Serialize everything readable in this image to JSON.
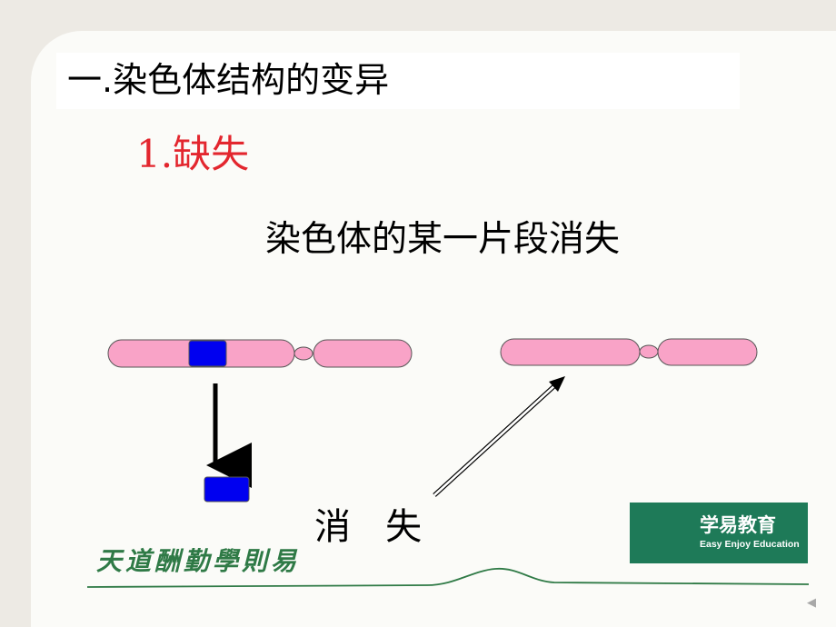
{
  "slide": {
    "title": "一.染色体结构的变异",
    "subtitle": "1.缺失",
    "definition": "染色体的某一片段消失",
    "caption": "消   失"
  },
  "diagram": {
    "chromosome_color": "#f9a3c7",
    "deleted_segment_color": "#0000f0",
    "outline_color": "#555555",
    "arrow_color": "#000000"
  },
  "footer": {
    "motto": "天道酬勤學則易",
    "logo": {
      "name": "学易教育",
      "tagline": "Easy Enjoy Education",
      "background": "#1e7a58"
    }
  },
  "nav": {
    "prev_icon": "triangle-left-icon"
  }
}
